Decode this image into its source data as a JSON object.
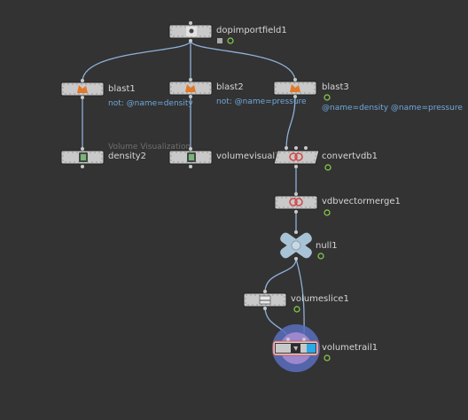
{
  "network": {
    "nodes": [
      {
        "id": "dopimportfield1",
        "label": "dopimportfield1",
        "icon": "dop-import-icon"
      },
      {
        "id": "blast1",
        "label": "blast1",
        "note": "not: @name=density",
        "icon": "blast-icon"
      },
      {
        "id": "blast2",
        "label": "blast2",
        "note": "not: @name=pressure",
        "icon": "blast-icon"
      },
      {
        "id": "blast3",
        "label": "blast3",
        "note": "@name=density @name=pressure",
        "icon": "blast-icon"
      },
      {
        "id": "density2",
        "label": "density2",
        "icon": "volume-visualization-icon"
      },
      {
        "id": "volumevisualization",
        "label": "volumevisualiz",
        "icon": "volume-visualization-icon"
      },
      {
        "id": "convertvdb1",
        "label": "convertvdb1",
        "icon": "vdb-icon"
      },
      {
        "id": "vdbvectormerge1",
        "label": "vdbvectormerge1",
        "icon": "vdb-icon"
      },
      {
        "id": "null1",
        "label": "null1",
        "icon": "null-icon"
      },
      {
        "id": "volumeslice1",
        "label": "volumeslice1",
        "icon": "volume-slice-icon"
      },
      {
        "id": "volumetrail1",
        "label": "volumetrail1",
        "icon": "volume-trail-icon"
      }
    ],
    "faint_label": "Volume Visualization",
    "colors": {
      "background": "#333333",
      "node_body": "#c9c9c9",
      "wire": "#8fb0d8",
      "note": "#6fa8dc",
      "flag_ring": "#8ccf4d",
      "display_flag": "#29a9e8",
      "selection_halo": "#6b7fd0"
    }
  }
}
